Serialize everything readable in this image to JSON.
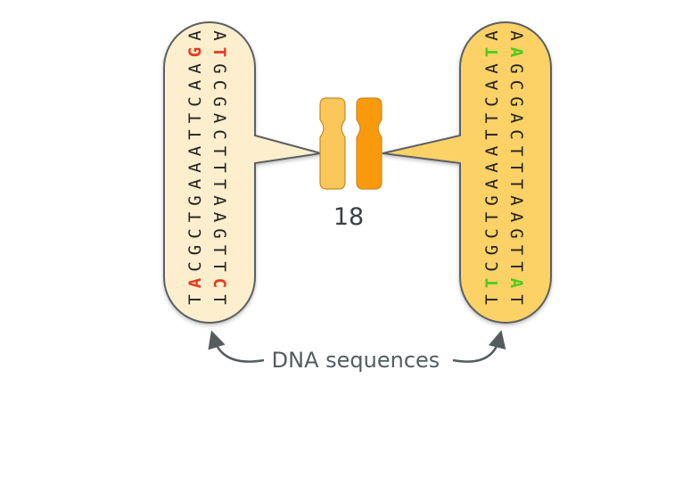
{
  "chromosome": {
    "number": "18",
    "colors": {
      "left": "#fbc75a",
      "right": "#f99a0c",
      "outline": "#c88a1e"
    }
  },
  "left_capsule": {
    "fill": "#fdefcd",
    "strand_top": {
      "letters": [
        "T",
        "A",
        "C",
        "G",
        "C",
        "T",
        "G",
        "A",
        "A",
        "A",
        "T",
        "T",
        "C",
        "A",
        "A",
        "G",
        "A"
      ],
      "highlight": [
        1,
        15
      ]
    },
    "strand_bottom": {
      "letters": [
        "A",
        "T",
        "G",
        "C",
        "G",
        "A",
        "C",
        "T",
        "T",
        "T",
        "A",
        "A",
        "G",
        "T",
        "T",
        "C",
        "T"
      ],
      "highlight": [
        1,
        15
      ]
    },
    "highlight_color": "#e8391f"
  },
  "right_capsule": {
    "fill": "#fcd166",
    "strand_top": {
      "letters": [
        "T",
        "T",
        "C",
        "G",
        "C",
        "T",
        "G",
        "A",
        "A",
        "A",
        "T",
        "T",
        "C",
        "A",
        "A",
        "T",
        "A"
      ],
      "highlight": [
        1,
        15
      ]
    },
    "strand_bottom": {
      "letters": [
        "A",
        "A",
        "G",
        "C",
        "G",
        "A",
        "C",
        "T",
        "T",
        "T",
        "A",
        "A",
        "G",
        "T",
        "T",
        "A",
        "T"
      ],
      "highlight": [
        1,
        15
      ]
    },
    "highlight_color": "#4ccc1e"
  },
  "caption": {
    "text": "DNA sequences",
    "color": "#555c5e"
  },
  "colors": {
    "outline": "#5a6163",
    "letters": "#222222"
  }
}
